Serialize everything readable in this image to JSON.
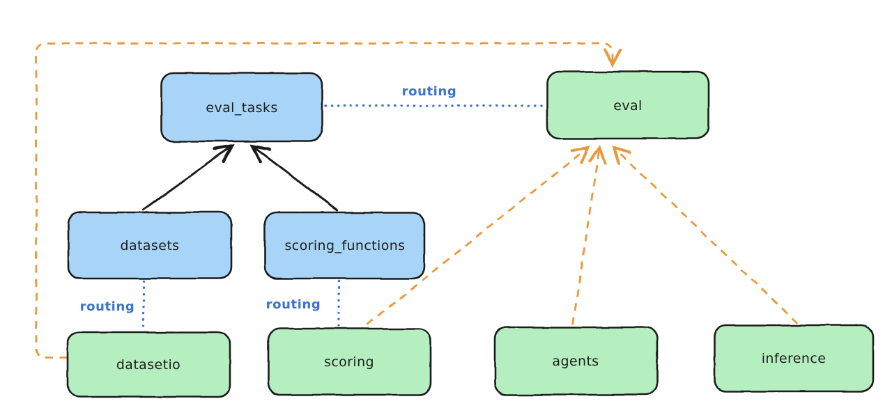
{
  "diagram": {
    "nodes": {
      "eval_tasks": {
        "label": "eval_tasks",
        "kind": "resource"
      },
      "eval": {
        "label": "eval",
        "kind": "api"
      },
      "datasets": {
        "label": "datasets",
        "kind": "resource"
      },
      "scoring_functions": {
        "label": "scoring_functions",
        "kind": "resource"
      },
      "datasetio": {
        "label": "datasetio",
        "kind": "api"
      },
      "scoring": {
        "label": "scoring",
        "kind": "api"
      },
      "agents": {
        "label": "agents",
        "kind": "api"
      },
      "inference": {
        "label": "inference",
        "kind": "api"
      }
    },
    "edge_labels": {
      "routing_eval_tasks_eval": "routing",
      "routing_datasets_datasetio": "routing",
      "routing_scoring_functions_scoring": "routing"
    },
    "colors": {
      "node_blue_fill": "#a8d5f7",
      "node_green_fill": "#b5eebf",
      "node_stroke": "#1e1e1e",
      "black_edge": "#1e1e1e",
      "routing_blue": "#3b74cc",
      "orange": "#e8993c",
      "background": "#ffffff",
      "text": "#1d1d1d"
    }
  }
}
